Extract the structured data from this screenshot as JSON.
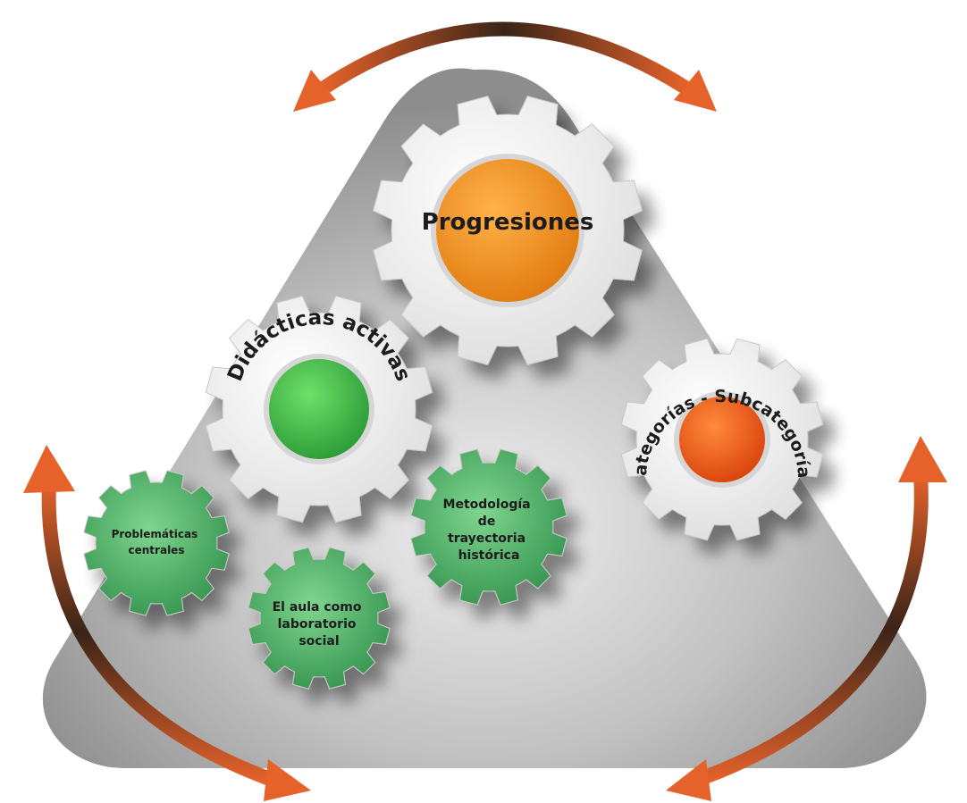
{
  "diagram": {
    "gears": {
      "progresiones": {
        "label": "Progresiones",
        "hub_color": "#f08c1a"
      },
      "didacticas": {
        "label": "Didácticas activas",
        "hub_color": "#3fbf4a"
      },
      "categorias": {
        "label": "Categorías - Subcategorías",
        "hub_color": "#e85a12"
      },
      "problematicas": {
        "label_lines": [
          "Problemáticas",
          "centrales"
        ],
        "color": "#3fa55c"
      },
      "metodologia": {
        "label_lines": [
          "Metodología",
          "de",
          "trayectoria",
          "histórica"
        ],
        "color": "#3fa55c"
      },
      "aula": {
        "label_lines": [
          "El aula como",
          "laboratorio",
          "social"
        ],
        "color": "#3fa55c"
      }
    },
    "colors": {
      "triangle": "#9a9a9a",
      "white_gear": "#f1f1f1",
      "arrow_start": "#e5622a",
      "arrow_end": "#3a2418"
    }
  }
}
